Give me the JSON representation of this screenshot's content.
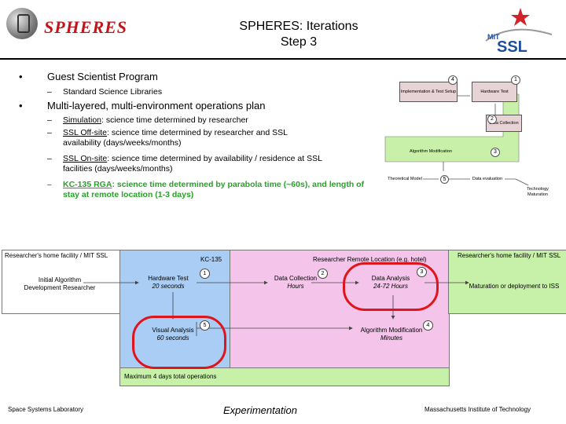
{
  "header": {
    "logo_text": "SPHERES",
    "title_line1": "SPHERES: Iterations",
    "title_line2": "Step 3",
    "ssl_logo_text": "SSL",
    "ssl_logo_sub": "MIT"
  },
  "bullets": {
    "b1": "Guest Scientist Program",
    "b1_sub": "Standard Science Libraries",
    "b2": "Multi-layered, multi-environment operations plan",
    "items": [
      {
        "head": "Simulation",
        "text": ": science time determined by researcher"
      },
      {
        "head": "SSL Off-site",
        "text": ": science time determined by researcher and SSL availability (days/weeks/months)"
      },
      {
        "head": "SSL On-site",
        "text": ": science time determined by availability / residence at SSL facilities (days/weeks/months)"
      },
      {
        "head": "KC-135 RGA",
        "text": ": science time determined by parabola time (~60s), and length of stay at remote location (1-3 days)"
      }
    ]
  },
  "small_diagram": {
    "impl": "Implementation & Test Setup",
    "hw": "Hardware Test",
    "data_coll": "Data Collection",
    "algo": "Algorithm Modification",
    "theo": "Theoretical Model",
    "data_eval": "Data evaluation",
    "tech": "Technology Maturation",
    "n1": "1",
    "n2": "2",
    "n3": "3",
    "n4": "4",
    "n5": "5"
  },
  "main_diagram": {
    "home_left": "Researcher's home facility / MIT SSL",
    "kc135": "KC-135",
    "remote": "Researcher Remote Location (e.g. hotel)",
    "home_right": "Researcher's home facility / MIT SSL",
    "initial": "Initial Algorithm Development Researcher",
    "hw_test": "Hardware Test",
    "hw_time": "20 seconds",
    "data_collection": "Data Collection",
    "dc_time": "Hours",
    "data_analysis": "Data Analysis",
    "da_time": "24-72 Hours",
    "visual": "Visual Analysis",
    "visual_time": "60 seconds",
    "algo_mod": "Algorithm Modification",
    "am_time": "Minutes",
    "maturation": "Maturation or deployment to ISS",
    "max_ops": "Maximum 4 days total operations",
    "c1": "1",
    "c2": "2",
    "c3": "3",
    "c4": "4",
    "c5": "5"
  },
  "footer": {
    "left": "Space Systems Laboratory",
    "center": "Experimentation",
    "right": "Massachusetts Institute of Technology"
  },
  "colors": {
    "kc135_fill": "#a9cdf5",
    "remote_fill": "#f4c4ea",
    "green_fill": "#c7f0a8",
    "red_ring": "#e0151b",
    "logo_red": "#c0161b"
  }
}
